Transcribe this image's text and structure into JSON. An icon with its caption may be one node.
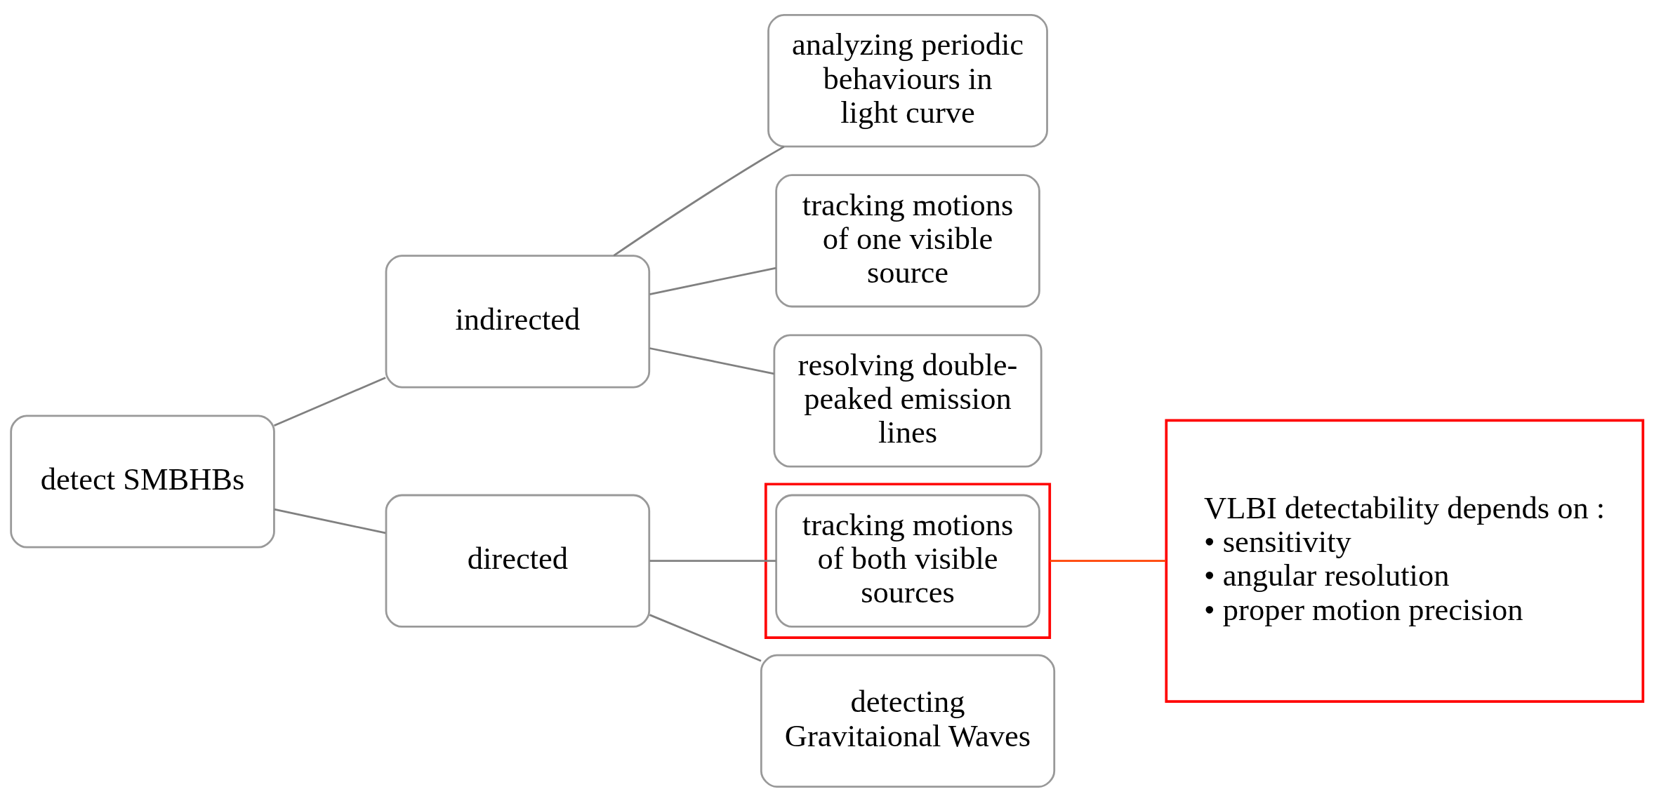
{
  "diagram": {
    "nodes": [
      {
        "text": [
          "detect SMBHBs"
        ]
      },
      {
        "text": [
          "indirected"
        ]
      },
      {
        "text": [
          "directed"
        ]
      },
      {
        "text": [
          "analyzing periodic behaviours in light curve"
        ]
      },
      {
        "text": [
          "tracking motions of one visible source"
        ]
      },
      {
        "text": [
          "resolving double-peaked emission lines"
        ]
      },
      {
        "text": [],
        "shape": "box"
      },
      {
        "text": [
          "tracking motions of both visible sources"
        ],
        "in": 6
      },
      {
        "text": [
          "detecting Gravitaional Waves"
        ]
      },
      {
        "text": [
          "VLBI detectability depends on :",
          "• sensitivity",
          "• angular resolution",
          "• proper motion precision"
        ]
      }
    ],
    "edges": [
      {
        "from": 0,
        "to": 1,
        "arrow": "none"
      },
      {
        "from": 0,
        "to": 2,
        "arrow": "none"
      },
      {
        "from": 1,
        "to": 3,
        "arrow": "none"
      },
      {
        "from": 1,
        "to": 4,
        "arrow": "none"
      },
      {
        "from": 1,
        "to": 5,
        "arrow": "none"
      },
      {
        "from": 2,
        "to": 7,
        "arrow": "none"
      },
      {
        "from": 2,
        "to": 8,
        "arrow": "none"
      },
      {
        "from": 6,
        "to": 9,
        "arrow": "none",
        "color": "#ff4000"
      }
    ]
  }
}
